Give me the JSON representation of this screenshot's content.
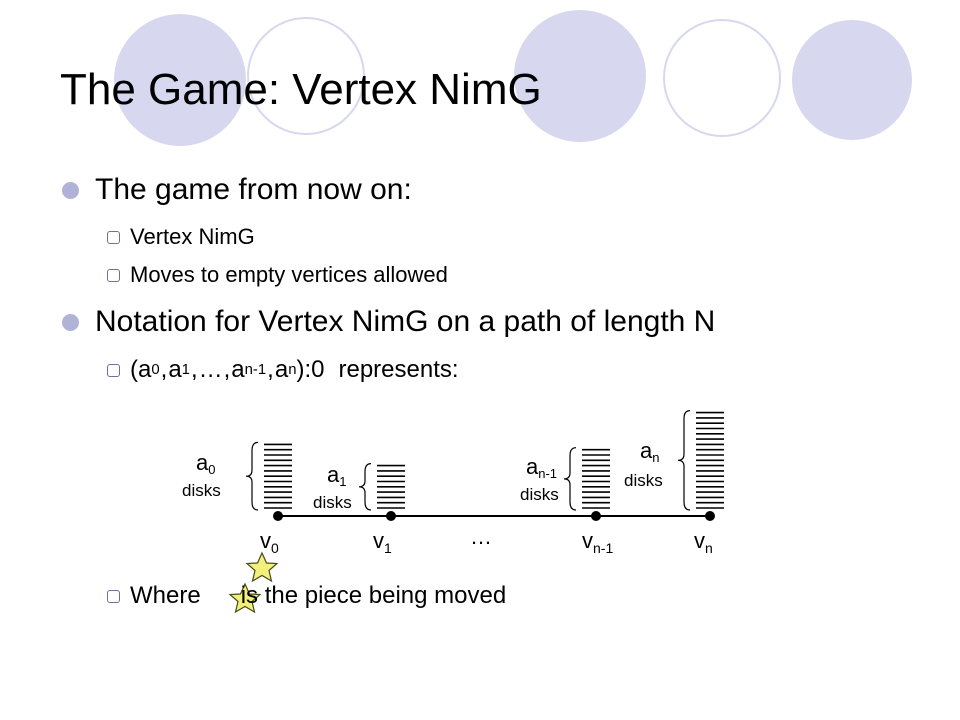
{
  "title": "The Game: Vertex NimG",
  "bullets": {
    "b1": "The game from now on:",
    "b1_sub1": "Vertex NimG",
    "b1_sub2": "Moves to empty vertices allowed",
    "b2": "Notation for Vertex NimG on a path of length N",
    "b2_sub1": {
      "open": "(",
      "a0": "a",
      "a0_sub": "0",
      "a1": "a",
      "a1_sub": "1",
      "dots": "…",
      "an1": "a",
      "an1_sub": "n-1",
      "an": "a",
      "an_sub": "n",
      "close": "):0",
      "rest": "represents:"
    },
    "b2_sub2_before": "Where",
    "b2_sub2_after": "is the piece being moved"
  },
  "diagram": {
    "labels": {
      "a0": "a",
      "a0_sub": "0",
      "a0_word": "disks",
      "a1": "a",
      "a1_sub": "1",
      "a1_word": "disks",
      "an1": "a",
      "an1_sub": "n-1",
      "an1_word": "disks",
      "an": "a",
      "an_sub": "n",
      "an_word": "disks"
    },
    "vertices": {
      "v0": "v",
      "v0_sub": "0",
      "v1": "v",
      "v1_sub": "1",
      "vn1": "v",
      "vn1_sub": "n-1",
      "vn": "v",
      "vn_sub": "n"
    },
    "ellipsis": "…",
    "stacks": [
      {
        "vertex": "v0",
        "disks": 13
      },
      {
        "vertex": "v1",
        "disks": 9
      },
      {
        "vertex": "vn-1",
        "disks": 12
      },
      {
        "vertex": "vn",
        "disks": 19
      }
    ]
  },
  "colors": {
    "accent": "#b1b3d6",
    "checkbox": "#6d6fa3",
    "star_fill": "#f2f07a",
    "star_stroke": "#4a4a1a"
  },
  "icons": [
    "bullet-dot-icon",
    "checkbox-bullet-icon",
    "star-icon"
  ]
}
